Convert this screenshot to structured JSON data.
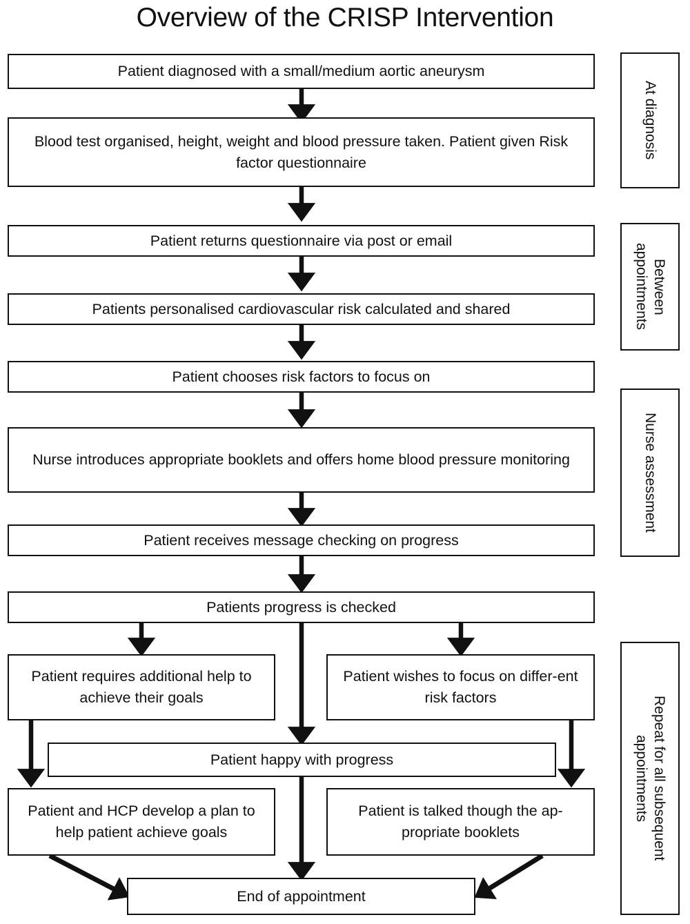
{
  "title": "Overview of the CRISP Intervention",
  "flow": {
    "nodes": [
      {
        "id": "n1",
        "label": "Patient diagnosed with a small/medium aortic aneurysm"
      },
      {
        "id": "n2",
        "label": "Blood test organised, height, weight and blood pressure taken. Patient given Risk factor questionnaire"
      },
      {
        "id": "n3",
        "label": "Patient returns questionnaire via post or email"
      },
      {
        "id": "n4",
        "label": "Patients personalised cardiovascular risk calculated and shared"
      },
      {
        "id": "n5",
        "label": "Patient chooses risk factors to focus on"
      },
      {
        "id": "n6",
        "label": "Nurse introduces appropriate booklets and offers home blood pressure monitoring"
      },
      {
        "id": "n7",
        "label": "Patient receives message checking on progress"
      },
      {
        "id": "n8",
        "label": "Patients progress is checked"
      },
      {
        "id": "n9",
        "label": "Patient requires additional help to achieve their goals"
      },
      {
        "id": "n10",
        "label": "Patient wishes to focus on differ-ent risk factors"
      },
      {
        "id": "n11",
        "label": "Patient happy with progress"
      },
      {
        "id": "n12",
        "label": "Patient and HCP develop a plan to help patient achieve goals"
      },
      {
        "id": "n13",
        "label": "Patient is talked though the ap-propriate booklets"
      },
      {
        "id": "n14",
        "label": "End of appointment"
      }
    ],
    "edges": [
      {
        "from": "n1",
        "to": "n2",
        "type": "straight-down"
      },
      {
        "from": "n2",
        "to": "n3",
        "type": "straight-down"
      },
      {
        "from": "n3",
        "to": "n4",
        "type": "straight-down"
      },
      {
        "from": "n4",
        "to": "n5",
        "type": "straight-down"
      },
      {
        "from": "n5",
        "to": "n6",
        "type": "straight-down"
      },
      {
        "from": "n6",
        "to": "n7",
        "type": "straight-down"
      },
      {
        "from": "n7",
        "to": "n8",
        "type": "straight-down"
      },
      {
        "from": "n8",
        "to": "n9",
        "type": "branch-left"
      },
      {
        "from": "n8",
        "to": "n11",
        "type": "branch-center"
      },
      {
        "from": "n8",
        "to": "n10",
        "type": "branch-right"
      },
      {
        "from": "n9",
        "to": "n12",
        "type": "straight-down"
      },
      {
        "from": "n10",
        "to": "n13",
        "type": "straight-down"
      },
      {
        "from": "n11",
        "to": "n14",
        "type": "straight-down"
      },
      {
        "from": "n12",
        "to": "n14",
        "type": "diagonal-right"
      },
      {
        "from": "n13",
        "to": "n14",
        "type": "diagonal-left"
      }
    ]
  },
  "phases": [
    {
      "id": "p1",
      "label": "At diagnosis"
    },
    {
      "id": "p2",
      "label": "Between\nappointments"
    },
    {
      "id": "p3",
      "label": "Nurse assessment"
    },
    {
      "id": "p4",
      "label": "Repeat for all subsequent\nappointments"
    }
  ],
  "colors": {
    "stroke": "#111111",
    "background": "#ffffff",
    "text": "#111111"
  }
}
